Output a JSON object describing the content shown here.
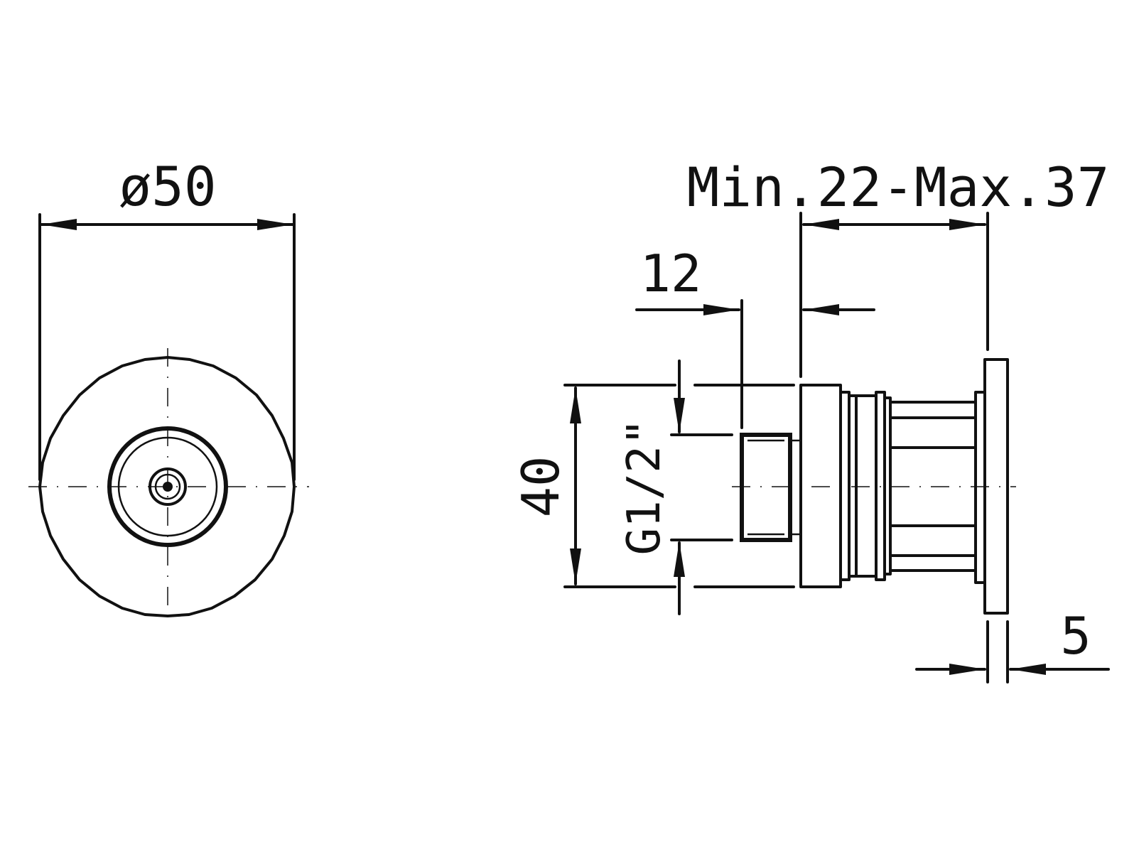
{
  "dimensions": {
    "diameter": "ø50",
    "range": "Min.22-Max.37",
    "depth": "12",
    "height": "40",
    "thread": "G1/2\"",
    "plate": "5"
  }
}
